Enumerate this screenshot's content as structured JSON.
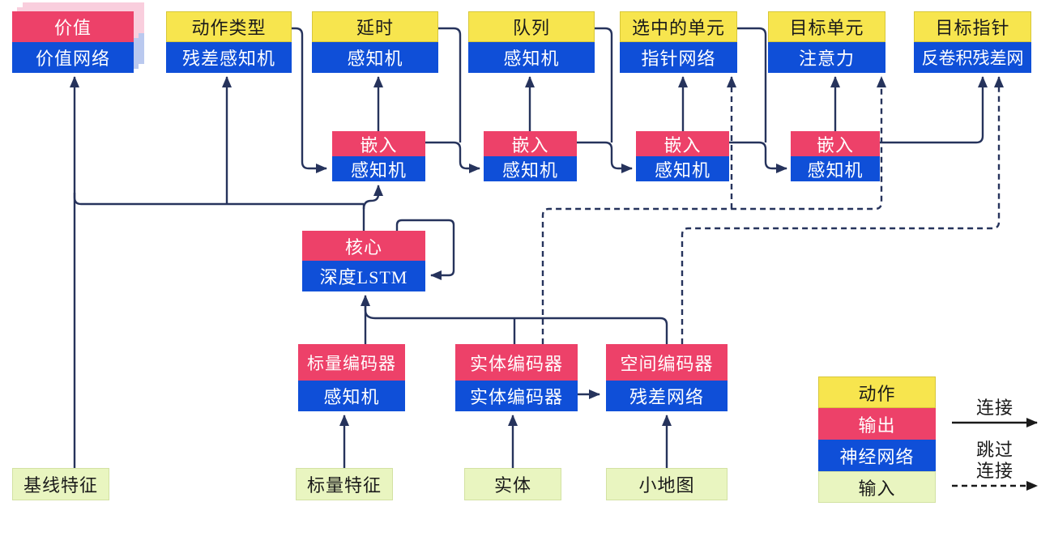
{
  "palette": {
    "action_yellow": "#f7e54e",
    "output_red": "#ed4169",
    "network_blue": "#0f4fd8",
    "input_green": "#e9f5c0",
    "wire_navy": "#26335c",
    "legend_arrow_black": "#1a1a1a",
    "value_stack_pink": "#f9cedd",
    "value_stack_blue": "#bac9ef"
  },
  "nodes": {
    "value": {
      "top": "价值",
      "bottom": "价值网络"
    },
    "action_type": {
      "top": "动作类型",
      "bottom": "残差感知机"
    },
    "delay": {
      "top": "延时",
      "bottom": "感知机"
    },
    "queue": {
      "top": "队列",
      "bottom": "感知机"
    },
    "selected_units": {
      "top": "选中的单元",
      "bottom": "指针网络"
    },
    "target_unit": {
      "top": "目标单元",
      "bottom": "注意力"
    },
    "target_point": {
      "top": "目标指针",
      "bottom": "反卷积残差网"
    },
    "embed1": {
      "top": "嵌入",
      "bottom": "感知机"
    },
    "embed2": {
      "top": "嵌入",
      "bottom": "感知机"
    },
    "embed3": {
      "top": "嵌入",
      "bottom": "感知机"
    },
    "embed4": {
      "top": "嵌入",
      "bottom": "感知机"
    },
    "core": {
      "top": "核心",
      "bottom": "深度LSTM"
    },
    "scalar_encoder": {
      "top": "标量编码器",
      "bottom": "感知机"
    },
    "entity_encoder": {
      "top": "实体编码器",
      "bottom": "实体编码器"
    },
    "spatial_encoder": {
      "top": "空间编码器",
      "bottom": "残差网络"
    },
    "baseline_features": {
      "label": "基线特征"
    },
    "scalar_features": {
      "label": "标量特征"
    },
    "entities": {
      "label": "实体"
    },
    "minimap": {
      "label": "小地图"
    }
  },
  "legend": {
    "action": "动作",
    "output": "输出",
    "neural_network": "神经网络",
    "input": "输入",
    "connection": "连接",
    "skip_line1": "跳过",
    "skip_line2": "连接"
  }
}
